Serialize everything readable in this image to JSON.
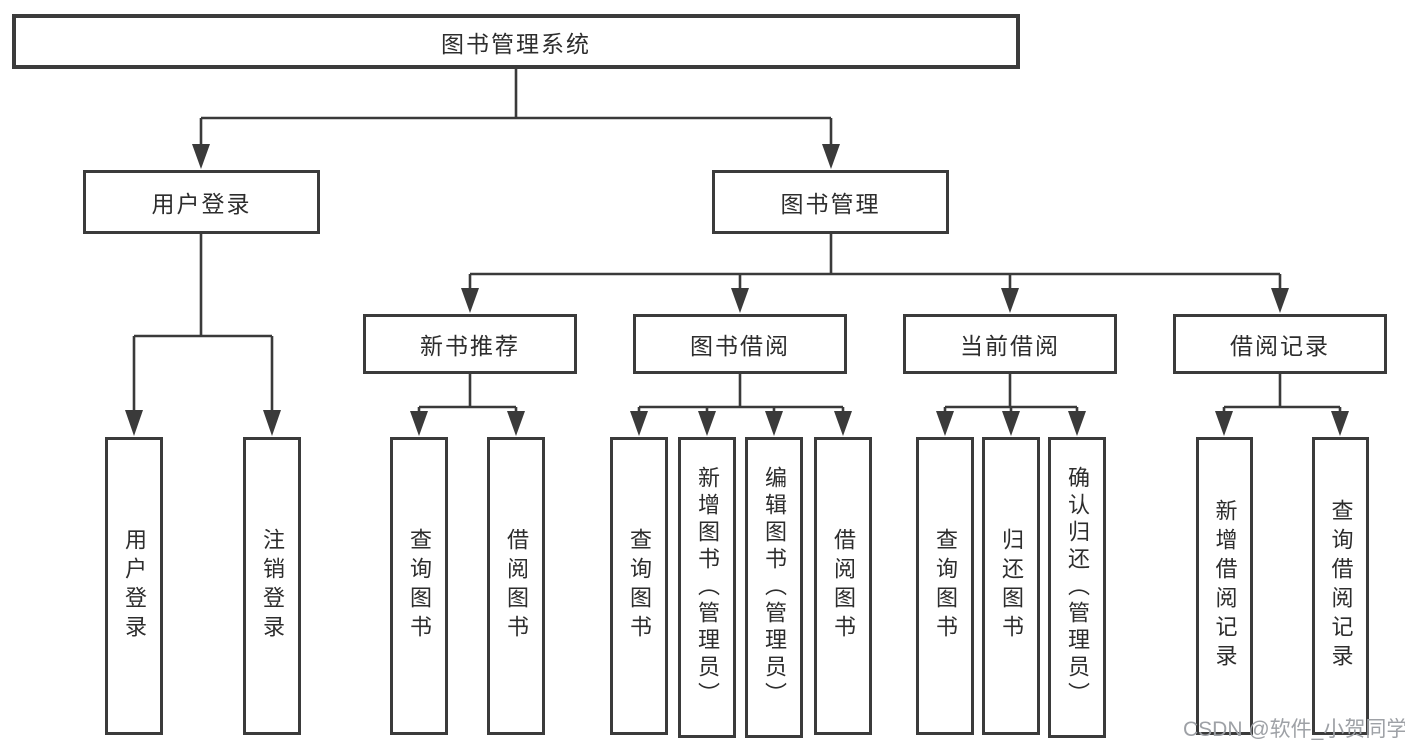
{
  "tree": {
    "label": "图书管理系统",
    "children": [
      {
        "label": "用户登录",
        "children": [
          {
            "label": "用户登录"
          },
          {
            "label": "注销登录"
          }
        ]
      },
      {
        "label": "图书管理",
        "children": [
          {
            "label": "新书推荐",
            "children": [
              {
                "label": "查询图书"
              },
              {
                "label": "借阅图书"
              }
            ]
          },
          {
            "label": "图书借阅",
            "children": [
              {
                "label": "查询图书"
              },
              {
                "label": "新增图书（管理员）"
              },
              {
                "label": "编辑图书（管理员）"
              },
              {
                "label": "借阅图书"
              }
            ]
          },
          {
            "label": "当前借阅",
            "children": [
              {
                "label": "查询图书"
              },
              {
                "label": "归还图书"
              },
              {
                "label": "确认归还（管理员）"
              }
            ]
          },
          {
            "label": "借阅记录",
            "children": [
              {
                "label": "新增借阅记录"
              },
              {
                "label": "查询借阅记录"
              }
            ]
          }
        ]
      }
    ]
  },
  "watermark": {
    "text": "CSDN @软件_小贺同学",
    "color": "#9ea1a6"
  },
  "colors": {
    "background": "#ffffff",
    "box_border": "#3b3b3b",
    "line": "#3a3a3a",
    "text": "#2d2d2d"
  }
}
